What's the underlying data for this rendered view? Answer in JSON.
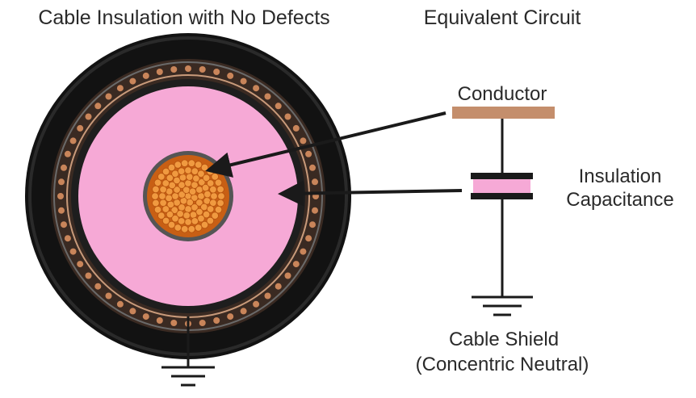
{
  "titles": {
    "left": "Cable Insulation with No Defects",
    "right": "Equivalent Circuit"
  },
  "labels": {
    "conductor": "Conductor",
    "insulation_line1": "Insulation",
    "insulation_line2": "Capacitance",
    "shield_line1": "Cable Shield",
    "shield_line2": "(Concentric Neutral)"
  },
  "colors": {
    "jacket": "#121212",
    "insulation": "#f6a9d6",
    "conductor": "#e07a22",
    "strand": "#f09a40",
    "neutral_wire": "#c9855a",
    "conductor_bar": "#c48e6c",
    "line": "#1a1a1a"
  }
}
